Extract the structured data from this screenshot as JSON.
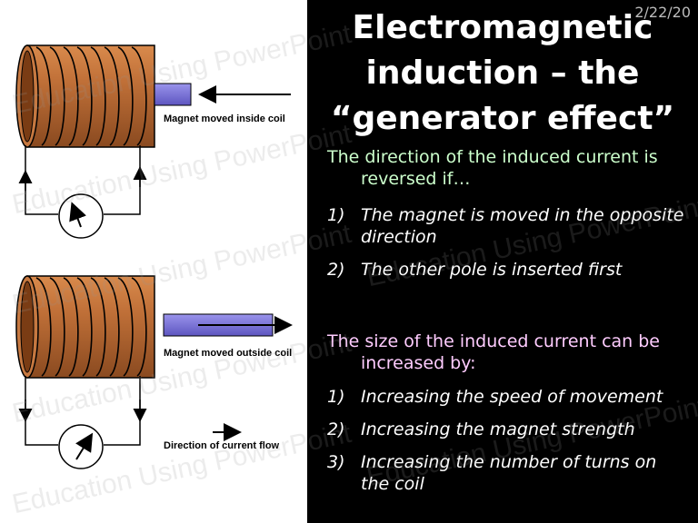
{
  "slide": {
    "date": "2/22/20",
    "title_lines": [
      "Electromagnetic",
      "induction – the",
      "“generator effect”"
    ]
  },
  "content": {
    "direction_lead": [
      "The direction of the induced current is",
      "reversed if…"
    ],
    "direction_items": [
      {
        "number": "1)",
        "lines": [
          "The magnet is moved in the opposite",
          "direction"
        ]
      },
      {
        "number": "2)",
        "lines": [
          "The other pole is inserted first"
        ]
      }
    ],
    "size_lead": [
      "The size of the induced current can be",
      "increased by:"
    ],
    "size_items": [
      {
        "number": "1)",
        "lines": [
          "Increasing the speed of movement"
        ]
      },
      {
        "number": "2)",
        "lines": [
          "Increasing the magnet strength"
        ]
      },
      {
        "number": "3)",
        "lines": [
          "Increasing the number of turns on",
          "the coil"
        ]
      }
    ]
  },
  "diagram": {
    "top_label": "Magnet moved inside coil",
    "bottom_label": "Magnet moved outside coil",
    "legend_label": "Direction of current flow"
  },
  "watermark": "Education Using PowerPoint",
  "colors": {
    "lead_text": "#ccffcc",
    "size_lead_text": "#ffccff",
    "coil": "#b8682f",
    "magnet": "#7b74d6",
    "background": "#000000"
  }
}
